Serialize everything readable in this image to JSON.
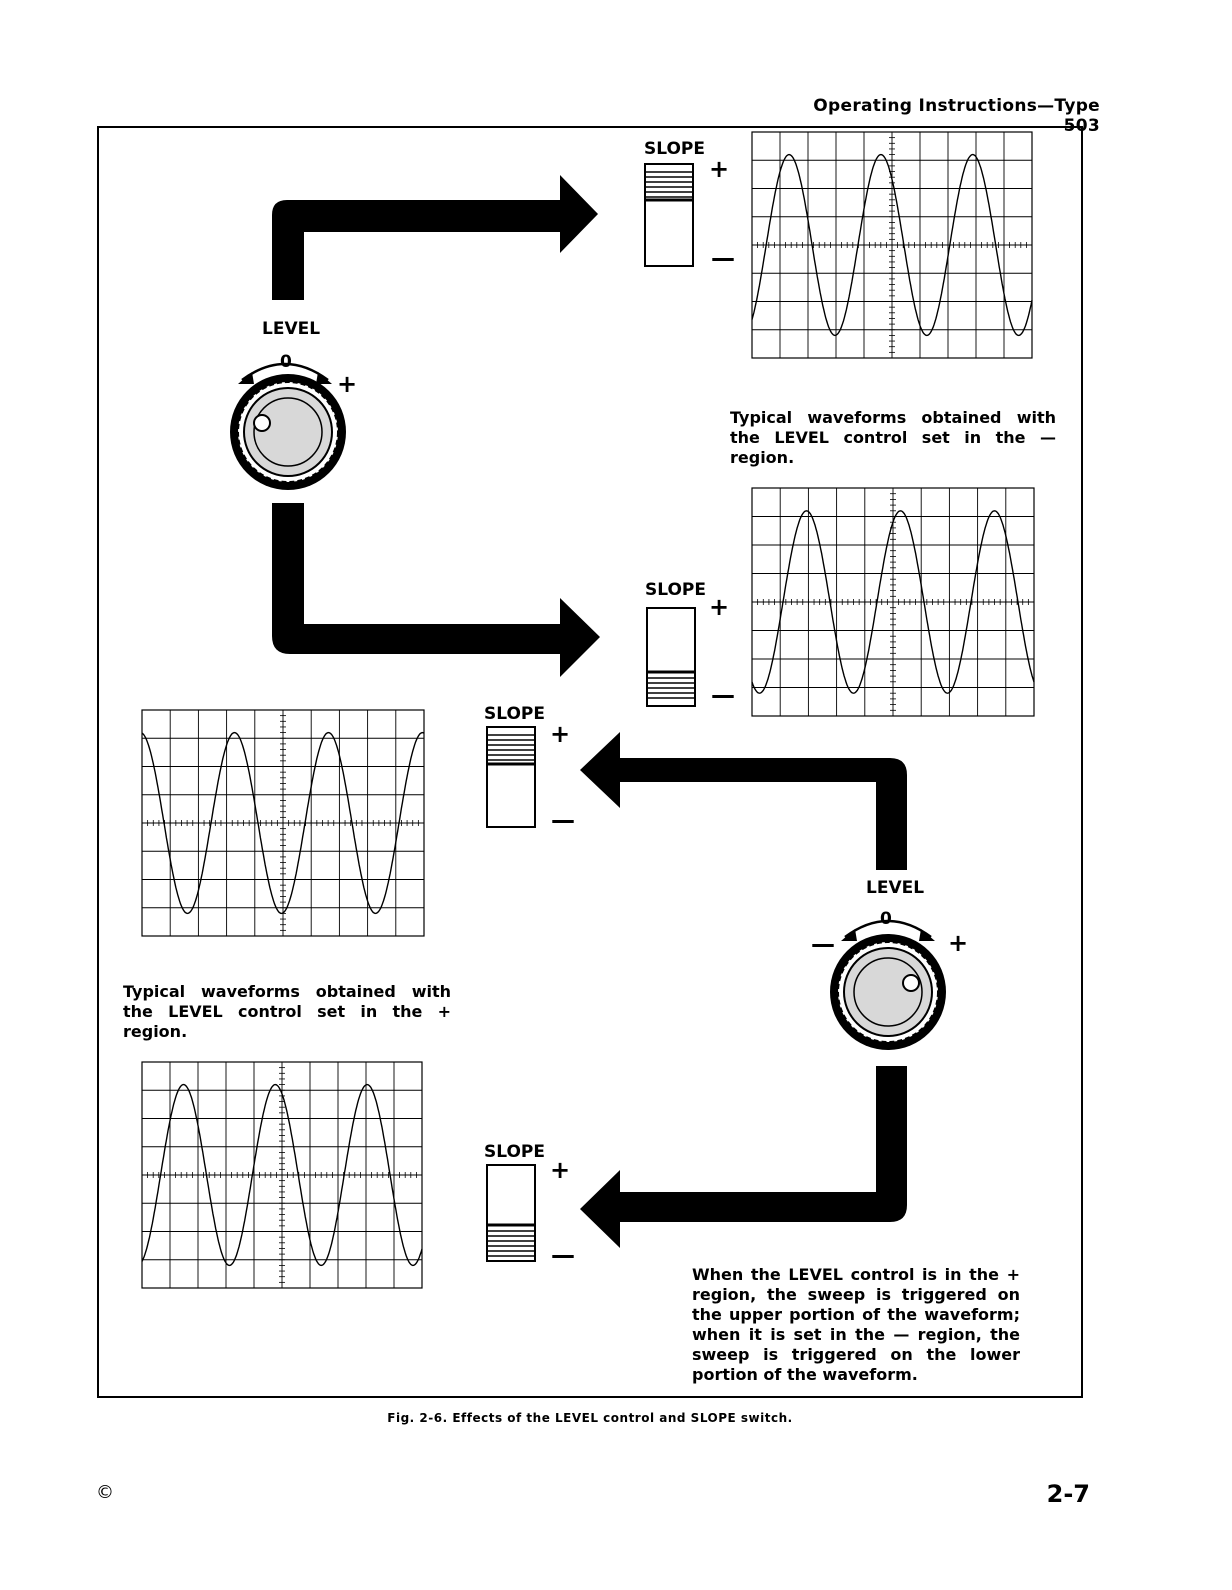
{
  "header": {
    "title": "Operating Instructions—Type 503"
  },
  "controls": {
    "level_label": "LEVEL",
    "dial_zero": "0",
    "plus": "+",
    "minus": "—",
    "slope_label": "SLOPE"
  },
  "captions": {
    "minus_region": "Typical waveforms obtained with the LEVEL control set in the — region.",
    "plus_region": "Typical waveforms obtained with the LEVEL control set in the + region.",
    "explanation": "When the LEVEL control is in the + region, the sweep is triggered on the upper portion of the waveform; when it is set in the — region, the sweep is triggered on the lower portion of the waveform."
  },
  "figure_caption": "Fig. 2-6. Effects of the LEVEL control and SLOPE switch.",
  "footer": {
    "page_number": "2-7",
    "copyright": "©"
  },
  "colors": {
    "ink": "#000000",
    "paper": "#ffffff",
    "dial_fill": "#d8d8d8"
  }
}
